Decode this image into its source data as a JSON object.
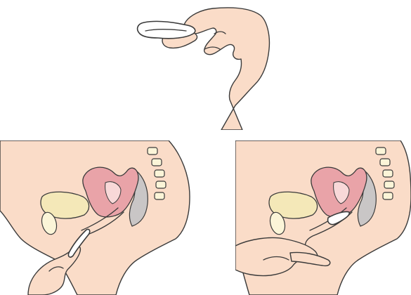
{
  "illustrations": [
    {
      "id": "fold-cup",
      "description_icon": "hand-holding-folded-cup-icon"
    },
    {
      "id": "insert-cup",
      "description_icon": "insertion-cross-section-icon"
    },
    {
      "id": "cup-in-place",
      "description_icon": "cup-positioned-cross-section-icon"
    }
  ],
  "colors": {
    "skin": "#fadcc8",
    "uterus": "#e9a3a8",
    "bladder": "#f4e8b8",
    "bowel": "#c9c6c6",
    "outline": "#3a3a3a"
  }
}
